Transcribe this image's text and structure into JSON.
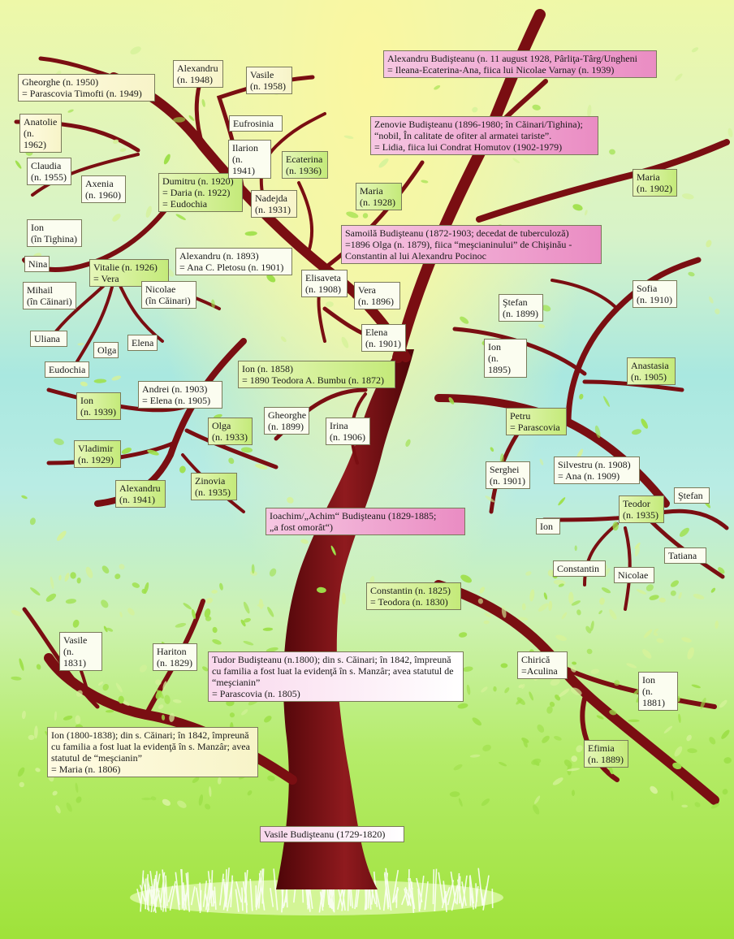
{
  "colors": {
    "trunk": "#7a0e12",
    "trunk_dark": "#4e0508",
    "leaf": "#9ee04a",
    "leaf_light": "#d5f29a"
  },
  "labels": {
    "alexandru_1928": "Alexandru Budişteanu (n. 11 august 1928, Pârliţa-Târg/Ungheni\n= Ileana-Ecaterina-Ana, fiica lui Nicolae Varnay (n. 1939)",
    "zenovie": "Zenovie Budişteanu (1896-1980; în Căinari/Tighina);\n“nobil, În calitate de ofiter al armatei tariste”.\n= Lidia, fiica lui Condrat Homutov (1902-1979)",
    "samoila": "Samoilă Budişteanu (1872-1903; decedat de tuberculoză)\n=1896  Olga  (n. 1879), fiica “meşcianinului” de Chişinău -\nConstantin al lui Alexandru Pocinoc",
    "ioachim": "Ioachim/„Achim“ Budişteanu (1829-1885;\n„a fost omorât“)",
    "tudor": "Tudor Budişteanu (n.1800); din s. Căinari; în 1842, împreună\ncu familia a fost luat la evidenţă în s. Manzâr; avea statutul de\n“meşcianin”\n= Parascovia (n. 1805)",
    "ion_1800": "Ion (1800-1838); din s. Căinari; în 1842, împreună\ncu familia a fost luat la evidenţă în s. Manzâr; avea\nstatutul de “meşcianin”\n= Maria (n. 1806)",
    "vasile_root": "Vasile Budişteanu (1729-1820)",
    "constantin_1825": "Constantin (n. 1825)\n= Teodora (n. 1830)",
    "ion_1858": "Ion (n. 1858)\n= 1890 Teodora A. Bumbu (n. 1872)",
    "alexandru_1893": "Alexandru (n. 1893)\n= Ana C. Pletosu (n. 1901)",
    "dumitru": "Dumitru (n. 1920)\n= Daria  (n. 1922)\n= Eudochia",
    "vitalie": "Vitalie (n. 1926)\n= Vera",
    "andrei": "Andrei (n. 1903)\n= Elena (n. 1905)",
    "petru": "Petru\n= Parascovia",
    "silvestru": "Silvestru (n. 1908)\n= Ana (n. 1909)",
    "chirica": "Chirică\n=Aculina",
    "gheorghe_1950": "Gheorghe (n. 1950)\n= Parascovia Timofti (n. 1949)",
    "alexandru_1948": "Alexandru\n(n. 1948)",
    "vasile_1958": "Vasile\n(n. 1958)",
    "eufrosinia": "Eufrosinia",
    "ilarion": "Ilarion\n(n. 1941)",
    "ecaterina": "Ecaterina\n(n. 1936)",
    "nadejda": "Nadejda\n(n. 1931)",
    "maria_1928": "Maria\n(n. 1928)",
    "anatolie": "Anatolie\n(n. 1962)",
    "claudia": "Claudia\n(n. 1955)",
    "axenia": "Axenia\n(n. 1960)",
    "ion_tighina": "Ion\n(în Tighina)",
    "nina": "Nina",
    "mihail": "Mihail\n(în Căinari)",
    "nicolae_cainari": "Nicolae\n(în Căinari)",
    "uliana": "Uliana",
    "olga_tree": "Olga",
    "elena_tree": "Elena",
    "eudochia": "Eudochia",
    "elisaveta": "Elisaveta\n(n. 1908)",
    "vera_1896": "Vera\n(n. 1896)",
    "elena_1901": "Elena\n(n. 1901)",
    "maria_1902": "Maria\n(n. 1902)",
    "stefan_1899": "Ştefan\n(n. 1899)",
    "sofia": "Sofia\n(n. 1910)",
    "ion_1895": "Ion\n(n. 1895)",
    "anastasia": "Anastasia\n(n. 1905)",
    "gheorghe_1899": "Gheorghe\n(n. 1899)",
    "irina": "Irina\n(n. 1906)",
    "ion_1939": "Ion\n(n. 1939)",
    "olga_1933": "Olga\n(n. 1933)",
    "vladimir": "Vladimir\n(n. 1929)",
    "alexandru_1941": "Alexandru\n(n. 1941)",
    "zinovia": "Zinovia\n(n. 1935)",
    "serghei": "Serghei\n(n. 1901)",
    "teodor": "Teodor\n(n. 1935)",
    "stefan_small": "Ştefan",
    "ion_small": "Ion",
    "tatiana": "Tatiana",
    "constantin": "Constantin",
    "nicolae": "Nicolae",
    "vasile_1831": "Vasile\n(n. 1831)",
    "hariton": "Hariton\n(n. 1829)",
    "ion_1881": "Ion\n(n. 1881)",
    "efimia": "Efimia\n(n. 1889)"
  }
}
